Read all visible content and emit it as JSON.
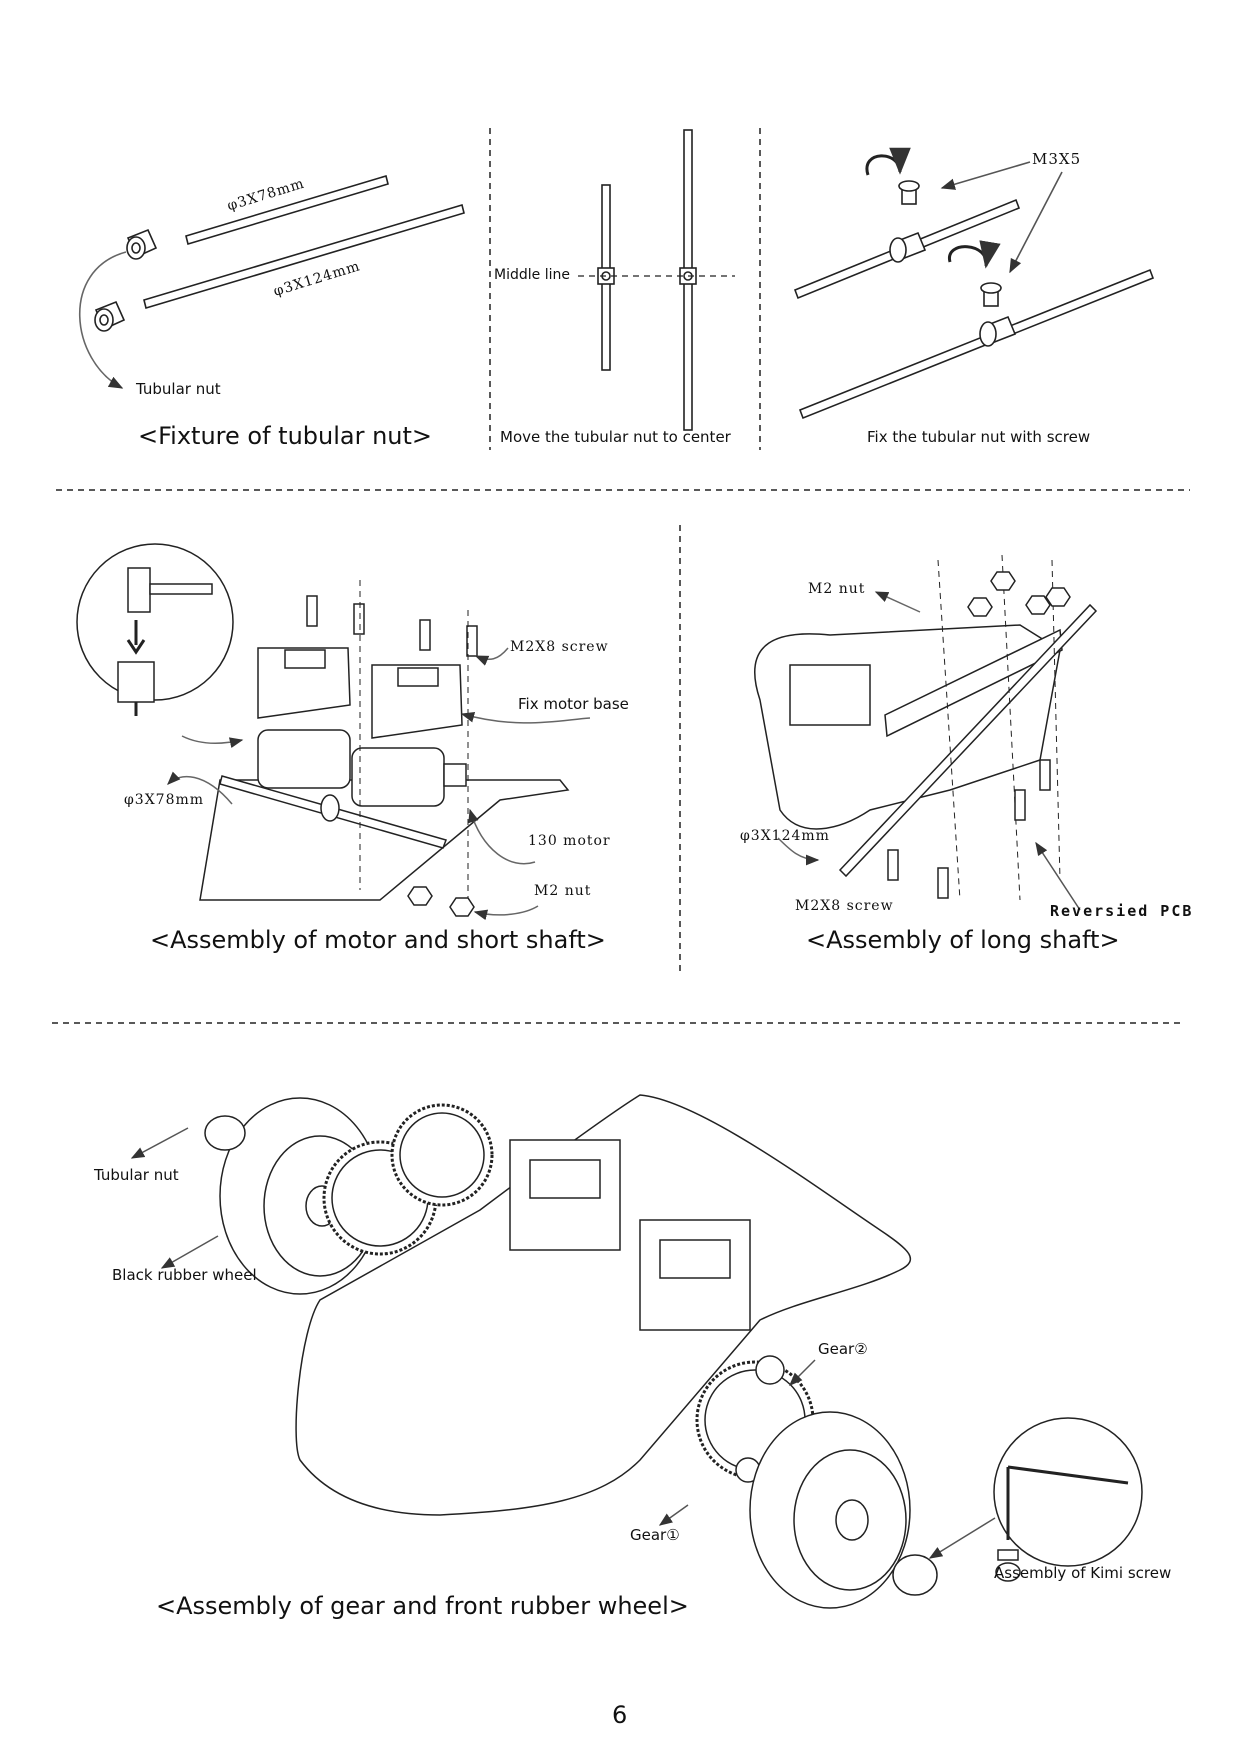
{
  "section1": {
    "fixture": {
      "rod_short": "φ3X78mm",
      "rod_long": "φ3X124mm",
      "tubular_nut": "Tubular nut",
      "caption": "<Fixture of tubular nut>"
    },
    "move": {
      "middle_line": "Middle line",
      "caption": "Move the tubular nut to center"
    },
    "fix": {
      "screw": "M3X5",
      "caption": "Fix the tubular nut with screw"
    }
  },
  "section2": {
    "motor": {
      "screw": "M2X8 screw",
      "fix_base": "Fix motor base",
      "rod": "φ3X78mm",
      "motor": "130 motor",
      "nut": "M2 nut",
      "caption": "<Assembly of motor and short shaft>"
    },
    "long_shaft": {
      "nut": "M2 nut",
      "rod": "φ3X124mm",
      "screw": "M2X8 screw",
      "pcb": "Reversied PCB",
      "caption": "<Assembly of long shaft>"
    }
  },
  "section3": {
    "tubular_nut": "Tubular nut",
    "wheel": "Black rubber wheel",
    "gear2": "Gear②",
    "gear1": "Gear①",
    "kimi": "Assembly of Kimi screw",
    "caption": "<Assembly of gear and front rubber wheel>"
  },
  "page_number": "6"
}
